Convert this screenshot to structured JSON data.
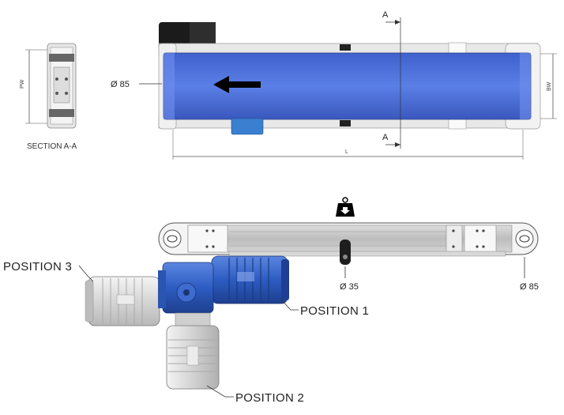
{
  "section_view": {
    "caption": "SECTION A-A",
    "dim_pw": "PW"
  },
  "top_view": {
    "dia_label": "Ø 85",
    "dim_bw": "BW",
    "dim_l": "L",
    "cut_top": "A",
    "cut_bottom": "A"
  },
  "side_view": {
    "dia_small": "Ø 35",
    "dia_large": "Ø 85",
    "position_1": "POSITION 1",
    "position_2": "POSITION 2",
    "position_3": "POSITION 3"
  },
  "colors": {
    "belt_blue": "#4b6fd9",
    "motor_blue": "#2e5db8",
    "grey_motor": "#d0d0d0",
    "frame_grey": "#c8c8c8"
  },
  "icons": [
    "weight-load-icon",
    "direction-arrow-icon"
  ]
}
